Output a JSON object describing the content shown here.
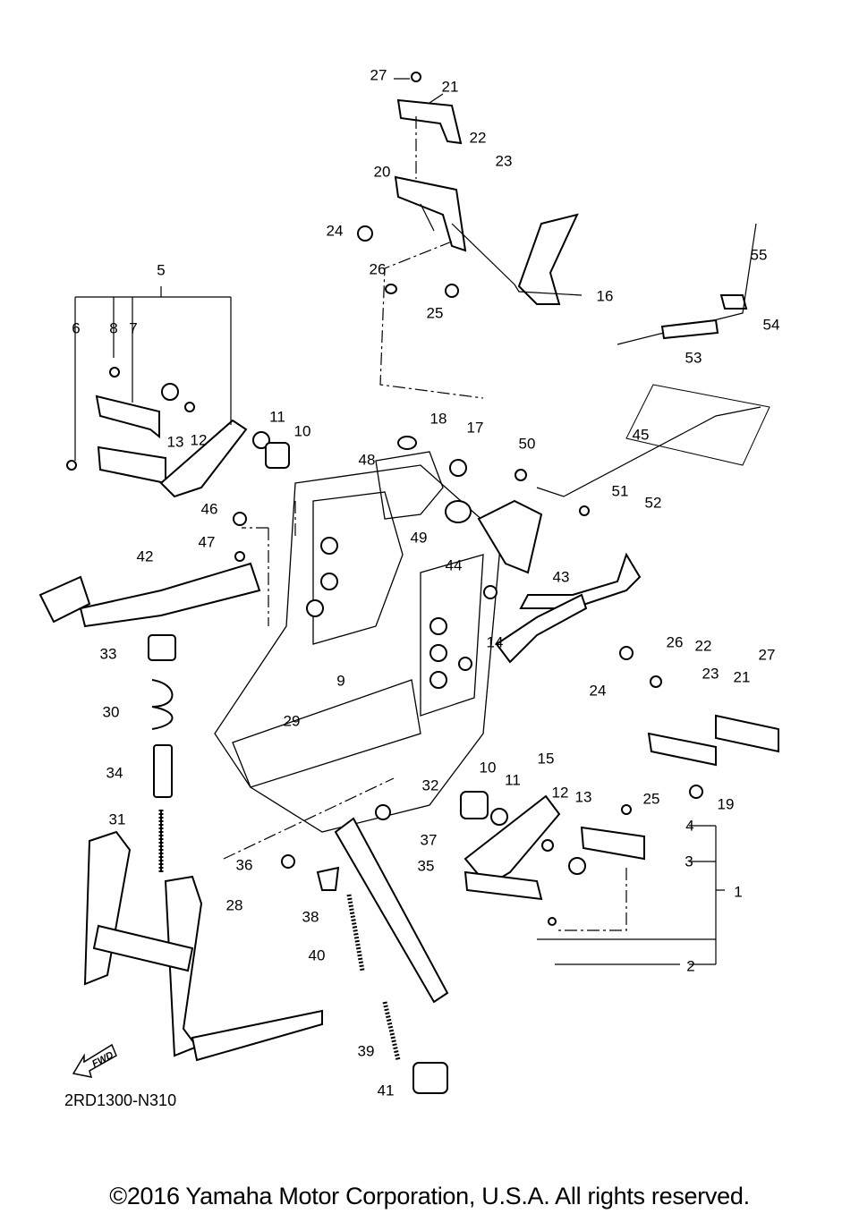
{
  "diagram": {
    "title_code": "2RD1300-N310",
    "fwd_label": "FWD",
    "copyright": "©2016 Yamaha Motor Corporation, U.S.A. All rights reserved.",
    "callouts": [
      {
        "id": "c27a",
        "n": "27"
      },
      {
        "id": "c21a",
        "n": "21"
      },
      {
        "id": "c22a",
        "n": "22"
      },
      {
        "id": "c23a",
        "n": "23"
      },
      {
        "id": "c20",
        "n": "20"
      },
      {
        "id": "c24a",
        "n": "24"
      },
      {
        "id": "c26a",
        "n": "26"
      },
      {
        "id": "c25a",
        "n": "25"
      },
      {
        "id": "c16",
        "n": "16"
      },
      {
        "id": "c55",
        "n": "55"
      },
      {
        "id": "c54",
        "n": "54"
      },
      {
        "id": "c53",
        "n": "53"
      },
      {
        "id": "c5",
        "n": "5"
      },
      {
        "id": "c6",
        "n": "6"
      },
      {
        "id": "c8",
        "n": "8"
      },
      {
        "id": "c7",
        "n": "7"
      },
      {
        "id": "c13a",
        "n": "13"
      },
      {
        "id": "c12a",
        "n": "12"
      },
      {
        "id": "c11a",
        "n": "11"
      },
      {
        "id": "c10a",
        "n": "10"
      },
      {
        "id": "c18",
        "n": "18"
      },
      {
        "id": "c17",
        "n": "17"
      },
      {
        "id": "c45",
        "n": "45"
      },
      {
        "id": "c50",
        "n": "50"
      },
      {
        "id": "c48",
        "n": "48"
      },
      {
        "id": "c51",
        "n": "51"
      },
      {
        "id": "c52",
        "n": "52"
      },
      {
        "id": "c46",
        "n": "46"
      },
      {
        "id": "c49",
        "n": "49"
      },
      {
        "id": "c44",
        "n": "44"
      },
      {
        "id": "c43",
        "n": "43"
      },
      {
        "id": "c47",
        "n": "47"
      },
      {
        "id": "c42",
        "n": "42"
      },
      {
        "id": "c14",
        "n": "14"
      },
      {
        "id": "c26b",
        "n": "26"
      },
      {
        "id": "c22b",
        "n": "22"
      },
      {
        "id": "c27b",
        "n": "27"
      },
      {
        "id": "c33",
        "n": "33"
      },
      {
        "id": "c9",
        "n": "9"
      },
      {
        "id": "c24b",
        "n": "24"
      },
      {
        "id": "c23b",
        "n": "23"
      },
      {
        "id": "c21b",
        "n": "21"
      },
      {
        "id": "c30",
        "n": "30"
      },
      {
        "id": "c29",
        "n": "29"
      },
      {
        "id": "c15",
        "n": "15"
      },
      {
        "id": "c34",
        "n": "34"
      },
      {
        "id": "c32",
        "n": "32"
      },
      {
        "id": "c10b",
        "n": "10"
      },
      {
        "id": "c11b",
        "n": "11"
      },
      {
        "id": "c12b",
        "n": "12"
      },
      {
        "id": "c13b",
        "n": "13"
      },
      {
        "id": "c25b",
        "n": "25"
      },
      {
        "id": "c19",
        "n": "19"
      },
      {
        "id": "c31",
        "n": "31"
      },
      {
        "id": "c37",
        "n": "37"
      },
      {
        "id": "c4",
        "n": "4"
      },
      {
        "id": "c36",
        "n": "36"
      },
      {
        "id": "c35",
        "n": "35"
      },
      {
        "id": "c3",
        "n": "3"
      },
      {
        "id": "c28",
        "n": "28"
      },
      {
        "id": "c1",
        "n": "1"
      },
      {
        "id": "c38",
        "n": "38"
      },
      {
        "id": "c40",
        "n": "40"
      },
      {
        "id": "c2",
        "n": "2"
      },
      {
        "id": "c39",
        "n": "39"
      },
      {
        "id": "c41",
        "n": "41"
      }
    ]
  }
}
